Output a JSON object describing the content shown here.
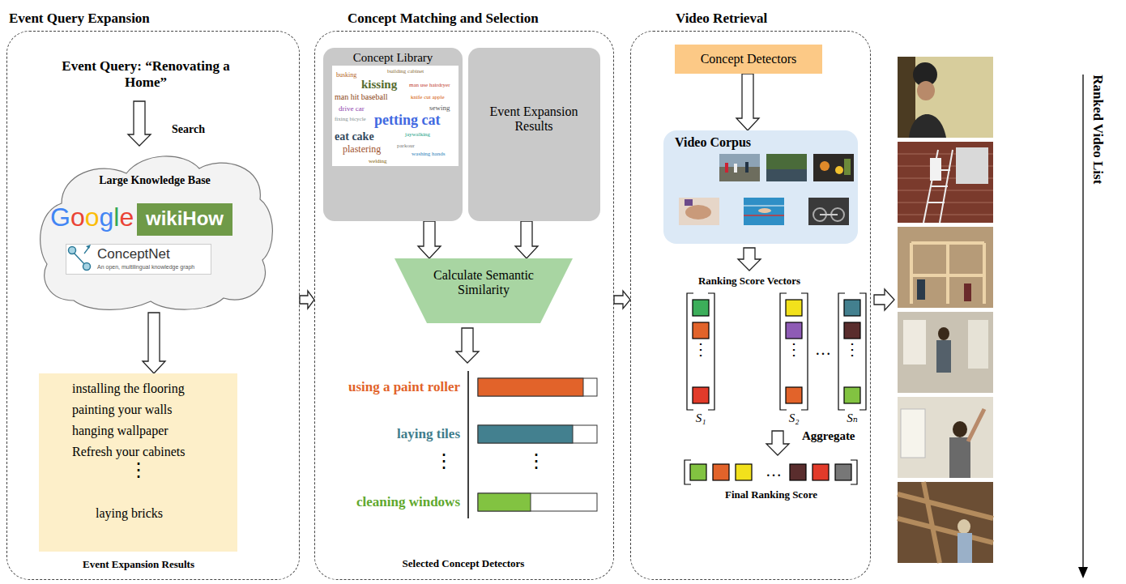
{
  "diagram": {
    "nodes": [
      {
        "text": [
          "Event Query Expansion"
        ]
      },
      {
        "text": [
          "Large Knowledge Base"
        ],
        "in": 0
      },
      {
        "text": [
          "wikiHow"
        ],
        "in": 1
      },
      {
        "text": [
          "ConceptNet",
          "An open, multilingual knowledge graph"
        ],
        "in": 1
      },
      {
        "text": [
          "installing the flooring",
          "painting your walls",
          "hanging wallpaper",
          "Refresh your cabinets",
          "⋮",
          "laying bricks",
          "Event Expansion Results"
        ],
        "in": 0
      },
      {
        "text": [
          "Concept Matching and Selection"
        ]
      },
      {
        "text": [
          "Concept Library"
        ],
        "in": 5
      },
      {
        "text": [
          "Event Expansion Results"
        ],
        "in": 5
      },
      {
        "text": [
          "Calculate Semantic Similarity"
        ],
        "in": 5
      },
      {
        "text": [
          "Video Retrieval"
        ]
      },
      {
        "text": [
          "Concept Detectors"
        ],
        "in": 9
      },
      {
        "text": [
          "Video Corpus"
        ],
        "in": 9
      }
    ],
    "edges": [
      {
        "from": 1,
        "to": 4,
        "arrow": "to"
      },
      {
        "from": 0,
        "to": 5,
        "arrow": "to"
      },
      {
        "from": 5,
        "to": 9,
        "arrow": "to"
      },
      {
        "from": 6,
        "to": 8,
        "arrow": "to"
      },
      {
        "from": 7,
        "to": 8,
        "arrow": "to"
      },
      {
        "from": 10,
        "to": 11,
        "arrow": "to"
      }
    ],
    "labels": [
      "Event Query: “Renovating a Home”",
      "Search",
      "Google",
      "busking",
      "building cabinet",
      "kissing",
      "man use hairdryer",
      "man hit baseball",
      "knife cut apple",
      "drive car",
      "sewing",
      "fixing bicycle",
      "petting cat",
      "eat cake",
      "jaywalking",
      "plastering",
      "parkour",
      "washing hands",
      "welding",
      "using a paint roller",
      "laying tiles",
      "⋮",
      "⋮",
      "cleaning windows",
      "Selected Concept Detectors",
      "Ranking Score Vectors",
      "⋮",
      "⋮",
      "…",
      "⋮",
      "S₁",
      "S₂",
      "Sₙ",
      "Aggregate",
      "…",
      "Final Ranking Score",
      "Ranked Video List"
    ]
  }
}
